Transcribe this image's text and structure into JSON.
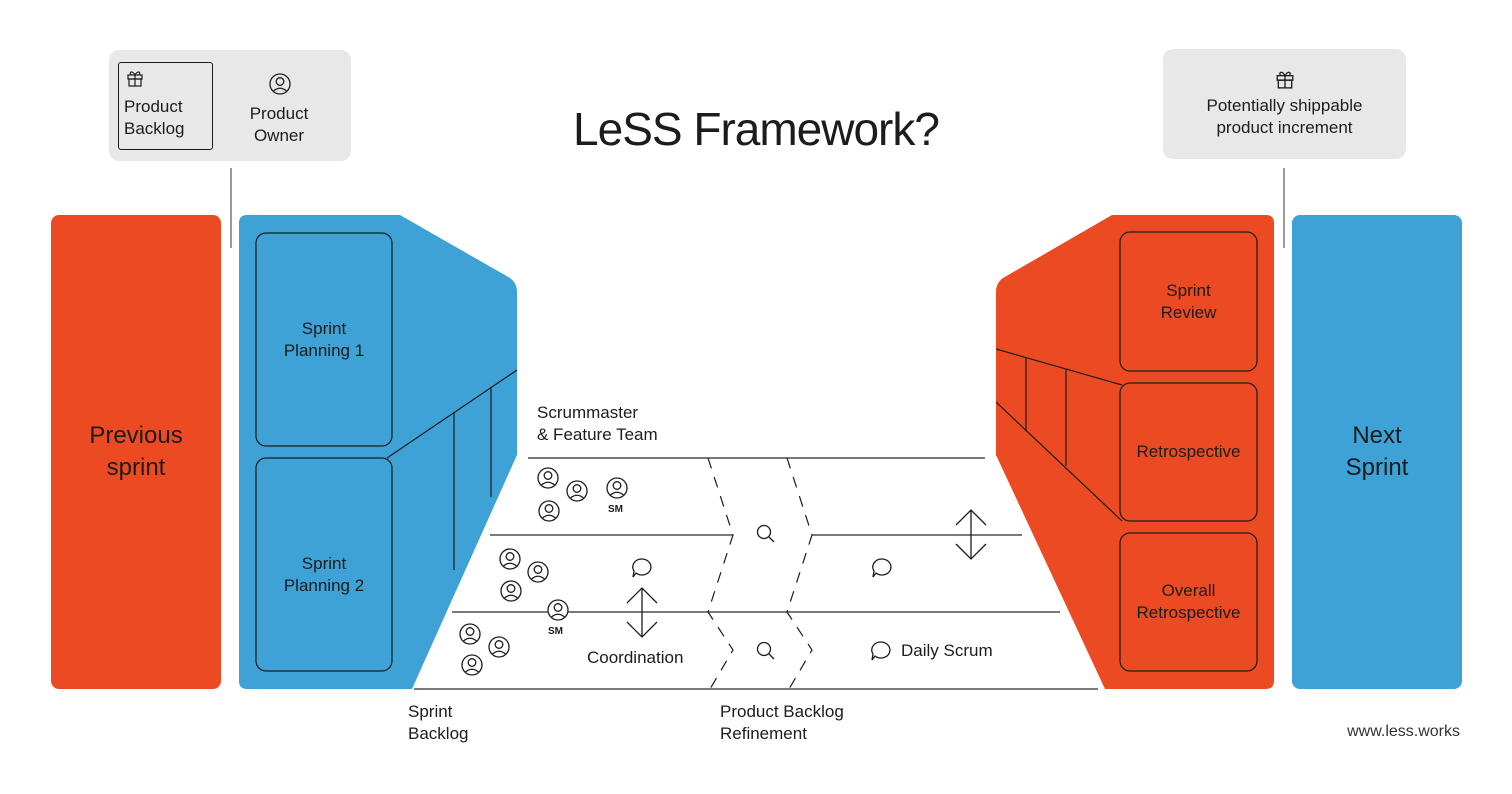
{
  "title": "LeSS Framework?",
  "colors": {
    "orange": "#ec4a23",
    "blue": "#3ea2d6",
    "card_gray": "#e8e8e8",
    "line": "#7a7a7a",
    "ink": "#1c1c1c"
  },
  "top_left_card": {
    "product_backlog": "Product Backlog",
    "product_backlog_line1": "Product",
    "product_backlog_line2": "Backlog",
    "product_owner_line1": "Product",
    "product_owner_line2": "Owner",
    "icons": [
      "gift-icon",
      "user-icon"
    ]
  },
  "top_right_card": {
    "line1": "Potentially shippable",
    "line2": "product increment",
    "icon": "gift-icon"
  },
  "previous_sprint": {
    "line1": "Previous",
    "line2": "sprint"
  },
  "next_sprint": {
    "line1": "Next",
    "line2": "Sprint"
  },
  "planning": {
    "sp1_line1": "Sprint",
    "sp1_line2": "Planning 1",
    "sp2_line1": "Sprint",
    "sp2_line2": "Planning 2"
  },
  "review": {
    "review_line1": "Sprint",
    "review_line2": "Review",
    "retro": "Retrospective",
    "overall_line1": "Overall",
    "overall_line2": "Retrospective"
  },
  "lanes": {
    "team_label_line1": "Scrummaster",
    "team_label_line2": "& Feature Team",
    "sm_label": "SM",
    "coordination": "Coordination",
    "daily_scrum": "Daily Scrum"
  },
  "bottom_labels": {
    "sprint_backlog_line1": "Sprint",
    "sprint_backlog_line2": "Backlog",
    "pbr_line1": "Product Backlog",
    "pbr_line2": "Refinement"
  },
  "footer": "www.less.works"
}
